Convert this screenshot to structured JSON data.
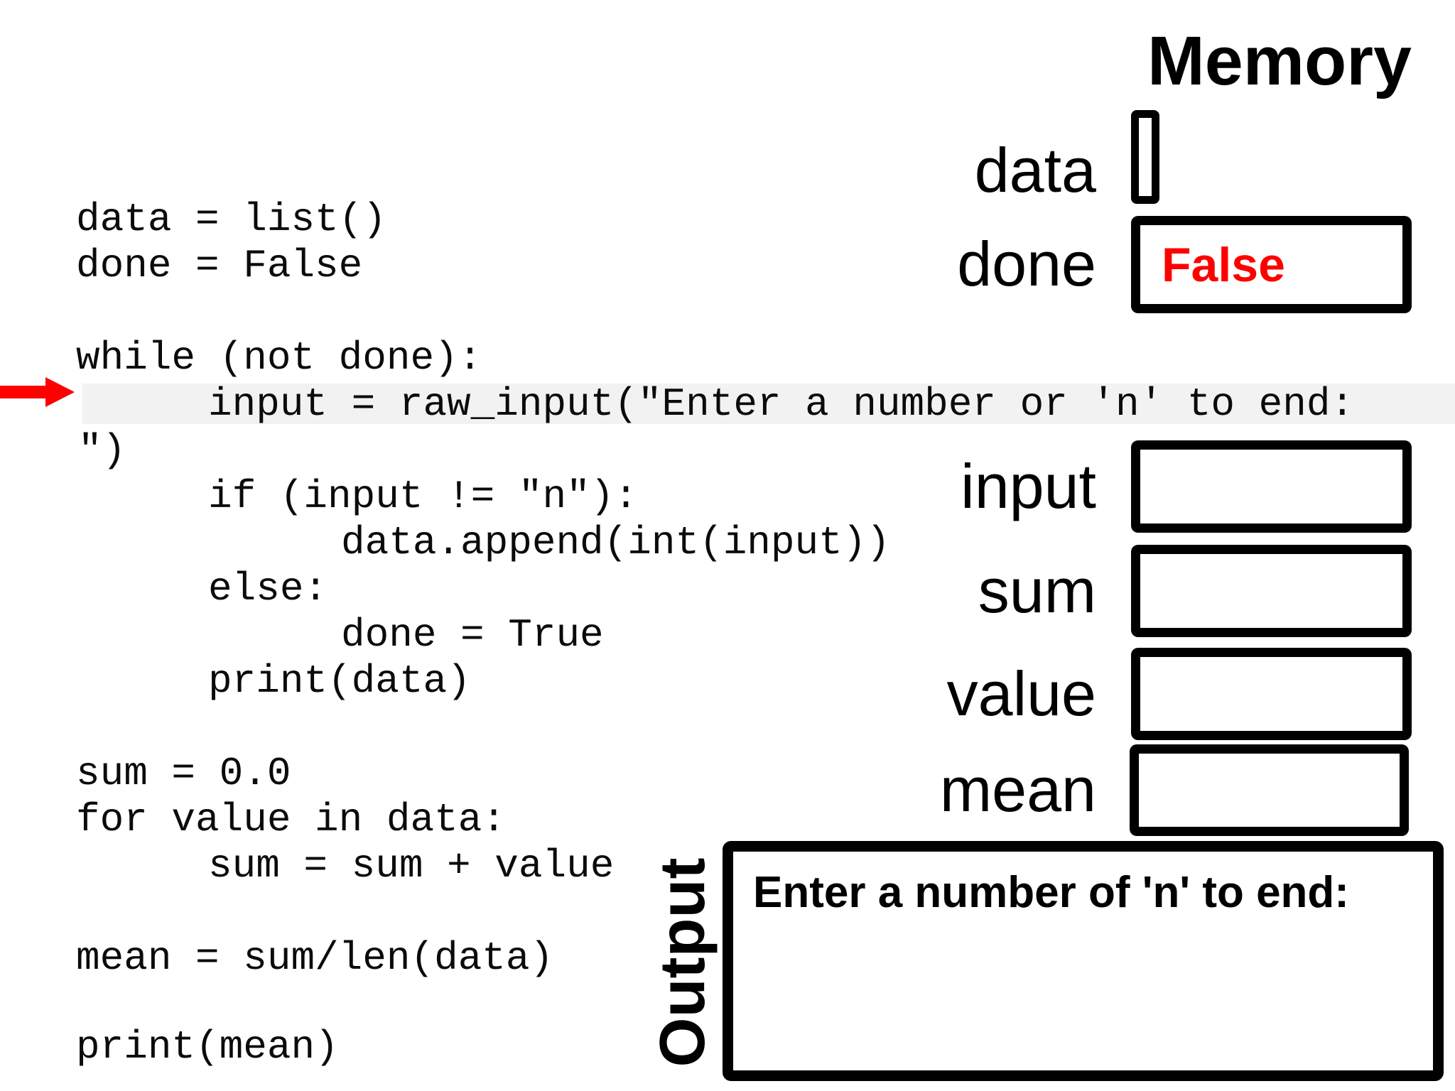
{
  "code": {
    "lines": [
      {
        "text": "data = list()"
      },
      {
        "text": "done = False"
      },
      {
        "text": "while (not done):"
      },
      {
        "text": "input = raw_input(\"Enter a number or 'n' to end: "
      },
      {
        "text": "\")"
      },
      {
        "text": "if (input != \"n\"):"
      },
      {
        "text": "data.append(int(input))"
      },
      {
        "text": "else:"
      },
      {
        "text": "done = True"
      },
      {
        "text": "print(data)"
      },
      {
        "text": "sum = 0.0"
      },
      {
        "text": "for value in data:"
      },
      {
        "text": "sum = sum + value"
      },
      {
        "text": "mean = sum/len(data)"
      },
      {
        "text": "print(mean)"
      }
    ],
    "current_line": "input = raw_input(\"Enter a number or 'n' to end: \")"
  },
  "memory": {
    "title": "Memory",
    "variables": [
      {
        "name": "data",
        "value": "",
        "note": "empty-list-slot"
      },
      {
        "name": "done",
        "value": "False"
      },
      {
        "name": "input",
        "value": ""
      },
      {
        "name": "sum",
        "value": ""
      },
      {
        "name": "value",
        "value": ""
      },
      {
        "name": "mean",
        "value": ""
      }
    ]
  },
  "output": {
    "label": "Output",
    "text": "Enter a number of 'n' to end:"
  },
  "colors": {
    "pointer_arrow": "#ff0000",
    "value_text": "#ff0000",
    "highlight_band": "#f2f2f2"
  }
}
